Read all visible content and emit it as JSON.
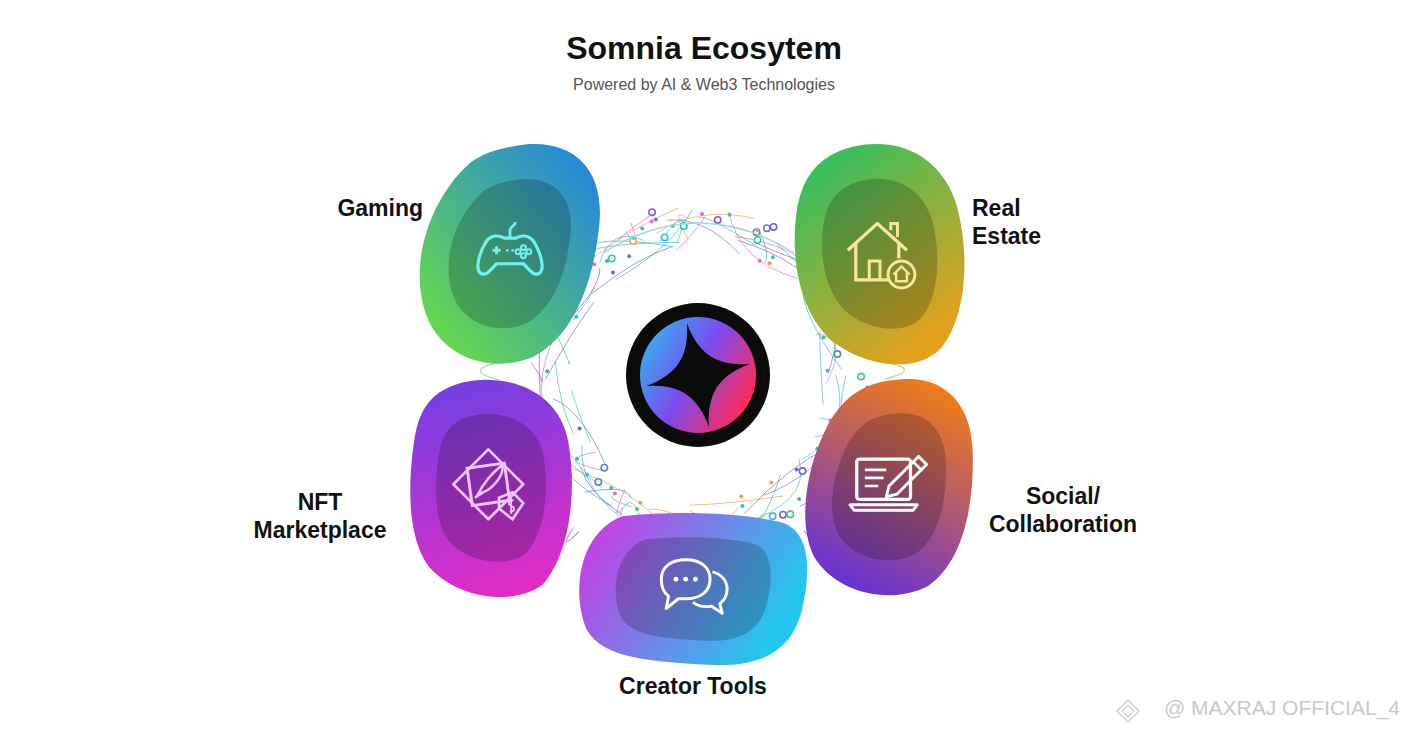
{
  "diagram": {
    "title": "Somnia Ecosytem",
    "nodes": [
      {
        "text": [
          "Gaming"
        ]
      },
      {
        "text": [
          "Real Estate"
        ]
      },
      {
        "text": [
          "NFT Marketplace"
        ]
      },
      {
        "text": [
          "Social/ Collaboration"
        ]
      },
      {
        "text": [
          "Creator Tools"
        ]
      }
    ],
    "edges": [
      {
        "from": 0,
        "to": 1,
        "arrow": "none"
      },
      {
        "from": 1,
        "to": 3,
        "arrow": "none"
      },
      {
        "from": 3,
        "to": 4,
        "arrow": "none"
      },
      {
        "from": 4,
        "to": 2,
        "arrow": "none"
      },
      {
        "from": 2,
        "to": 0,
        "arrow": "none"
      }
    ],
    "labels": [
      "Powered by AI & Web3 Technologies",
      "@ MAXRAJ OFFICIAL_4"
    ]
  }
}
